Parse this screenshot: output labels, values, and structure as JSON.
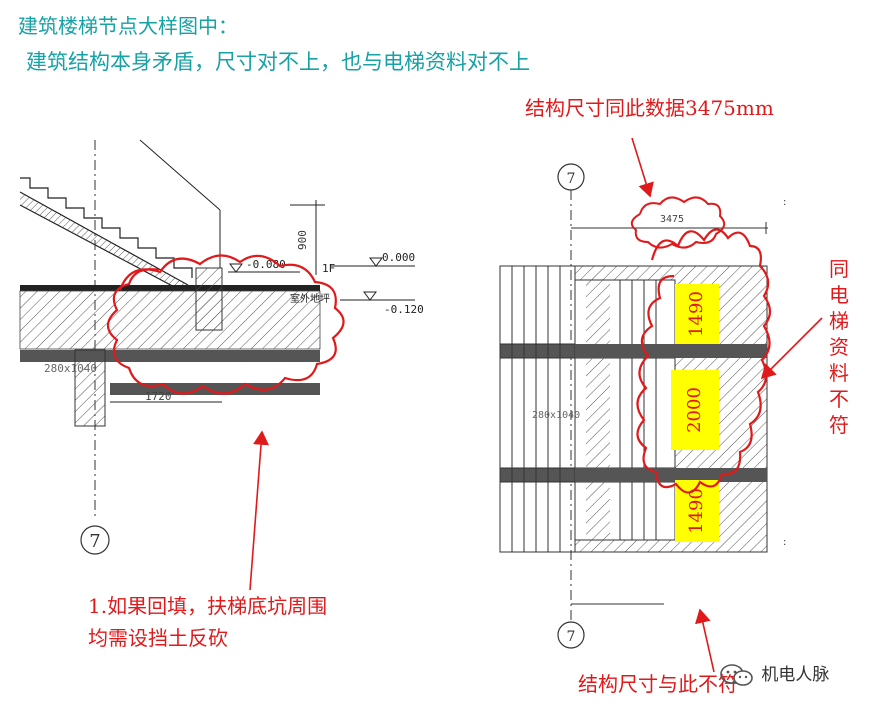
{
  "header": {
    "line1": "建筑楼梯节点大样图中：",
    "line2": "建筑结构本身矛盾，尺寸对不上，也与电梯资料对不上"
  },
  "annotations": {
    "top_note": "结构尺寸同此数据3475mm",
    "left_note_line1": "1.如果回填，扶梯底坑周围",
    "left_note_line2": "均需设挡土反砍",
    "bottom_note": "结构尺寸与此不符",
    "right_note": "同电梯资料不符"
  },
  "left_drawing": {
    "axis_label": "7",
    "dim_900": "900",
    "level_0000": "0.000",
    "level_neg0080": "-0.080",
    "level_neg0120": "-0.120",
    "floor_mark": "1F",
    "ground_label": "室外地坪",
    "beam_label": "280x1040",
    "dim_1720": "1720"
  },
  "right_drawing": {
    "axis_label_top": "7",
    "axis_label_bottom": "7",
    "dim_3475": "3475",
    "beam_label": "280x1040",
    "highlight_1": "1490",
    "highlight_2": "2000",
    "highlight_3": "1490"
  },
  "watermark": {
    "text": "机电人脉",
    "icon": "wechat-icon"
  },
  "colors": {
    "title": "#17a2a6",
    "annotation": "#e0191b",
    "highlight": "#ffff00"
  }
}
